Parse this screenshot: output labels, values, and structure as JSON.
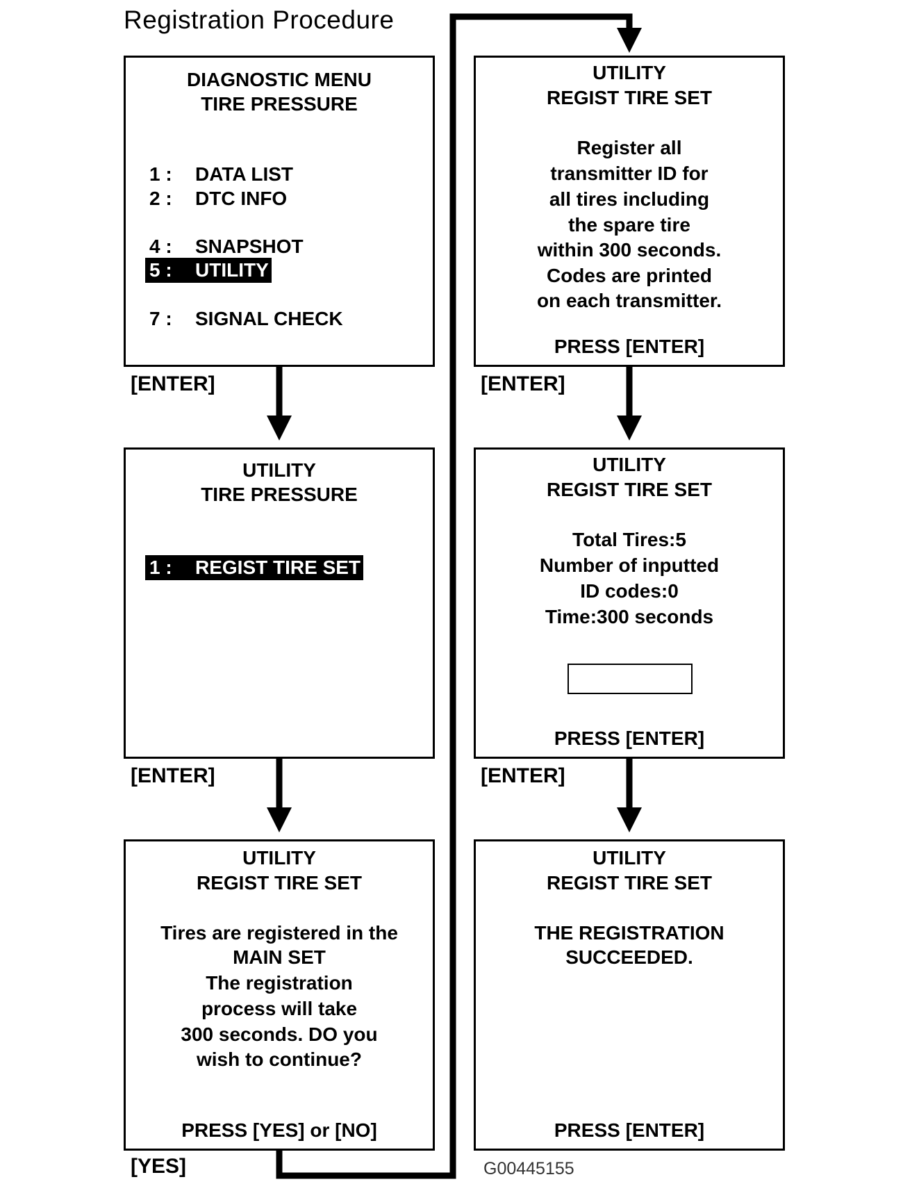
{
  "title": "Registration Procedure",
  "figure_id": "G00445155",
  "screens": {
    "diag_menu": {
      "header": [
        "DIAGNOSTIC MENU",
        "TIRE PRESSURE"
      ],
      "items": [
        {
          "num": "1 :",
          "label": "DATA LIST"
        },
        {
          "num": "2 :",
          "label": "DTC INFO"
        },
        {
          "num": "4 :",
          "label": "SNAPSHOT"
        },
        {
          "num": "5 :",
          "label": "UTILITY",
          "selected": true
        },
        {
          "num": "7 :",
          "label": "SIGNAL CHECK"
        }
      ]
    },
    "utility_menu": {
      "header": [
        "UTILITY",
        "TIRE PRESSURE"
      ],
      "items": [
        {
          "num": "1 :",
          "label": "REGIST TIRE SET",
          "selected": true
        }
      ]
    },
    "confirm": {
      "header": [
        "UTILITY",
        "REGIST TIRE SET"
      ],
      "body": [
        "Tires are registered in the",
        "MAIN SET",
        "The registration",
        "process will take",
        "300 seconds. DO you",
        "wish to continue?"
      ],
      "press": "PRESS  [YES]  or  [NO]"
    },
    "register_all": {
      "header": [
        "UTILITY",
        "REGIST TIRE SET"
      ],
      "body": [
        "Register all",
        "transmitter ID for",
        "all tires including",
        "the spare tire",
        "within 300 seconds.",
        "Codes are printed",
        "on each transmitter."
      ],
      "press": "PRESS  [ENTER]"
    },
    "status": {
      "header": [
        "UTILITY",
        "REGIST TIRE SET"
      ],
      "body": [
        "Total Tires:5",
        "Number of inputted",
        "ID codes:0",
        "Time:300 seconds"
      ],
      "press": "PRESS  [ENTER]"
    },
    "success": {
      "header": [
        "UTILITY",
        "REGIST TIRE SET"
      ],
      "body": [
        "THE REGISTRATION",
        "SUCCEEDED."
      ],
      "press": "PRESS  [ENTER]"
    }
  },
  "transitions": {
    "enter_1": "[ENTER]",
    "enter_2": "[ENTER]",
    "yes": "[YES]",
    "enter_3": "[ENTER]",
    "enter_4": "[ENTER]"
  }
}
